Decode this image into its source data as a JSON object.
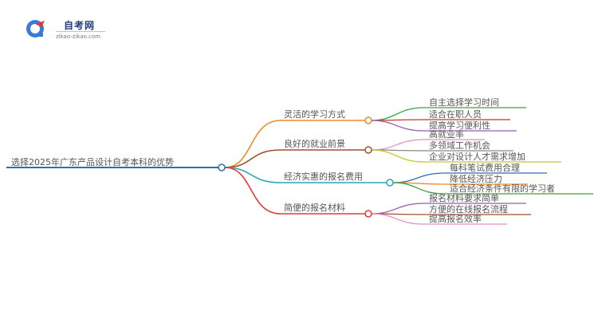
{
  "logo": {
    "title": "自考网",
    "url": "zikao-zikao.com"
  },
  "mindmap": {
    "root": "选择2025年广东产品设计自考本科的优势",
    "branches": [
      {
        "label": "灵活的学习方式",
        "color": "#f08a24",
        "leaves": [
          {
            "label": "自主选择学习时间",
            "color": "#3aa53a"
          },
          {
            "label": "适合在职人员",
            "color": "#c0392b"
          },
          {
            "label": "提高学习便利性",
            "color": "#9b59b6"
          }
        ]
      },
      {
        "label": "良好的就业前景",
        "color": "#a0522d",
        "leaves": [
          {
            "label": "高就业率",
            "color": "#e58fc0"
          },
          {
            "label": "多领域工作机会",
            "color": "#8a8a8a"
          },
          {
            "label": "企业对设计人才需求增加",
            "color": "#c8c82a"
          }
        ]
      },
      {
        "label": "经济实惠的报名费用",
        "color": "#2aa7b8",
        "leaves": [
          {
            "label": "每科笔试费用合理",
            "color": "#2f6db5"
          },
          {
            "label": "降低经济压力",
            "color": "#f08a24"
          },
          {
            "label": "适合经济条件有限的学习者",
            "color": "#3aa53a"
          }
        ]
      },
      {
        "label": "简便的报名材料",
        "color": "#e53935",
        "leaves": [
          {
            "label": "报名材料要求简单",
            "color": "#9b59b6"
          },
          {
            "label": "方便的在线报名流程",
            "color": "#a0522d"
          },
          {
            "label": "提高报名效率",
            "color": "#e58fc0"
          }
        ]
      }
    ]
  }
}
